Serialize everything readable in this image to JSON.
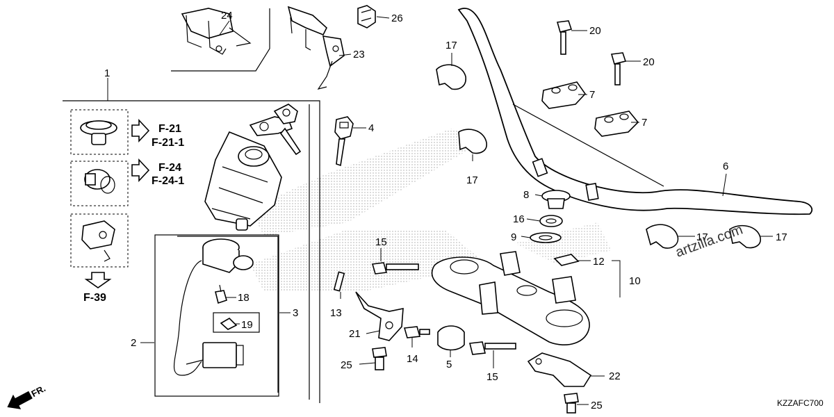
{
  "callouts": {
    "c1": "1",
    "c2": "2",
    "c3": "3",
    "c4": "4",
    "c5": "5",
    "c6": "6",
    "c7a": "7",
    "c7b": "7",
    "c8": "8",
    "c9": "9",
    "c10": "10",
    "c12": "12",
    "c13": "13",
    "c14": "14",
    "c15a": "15",
    "c15b": "15",
    "c16": "16",
    "c17a": "17",
    "c17b": "17",
    "c17c": "17",
    "c17d": "17",
    "c18": "18",
    "c19": "19",
    "c20a": "20",
    "c20b": "20",
    "c21": "21",
    "c22": "22",
    "c23": "23",
    "c24": "24",
    "c25a": "25",
    "c25b": "25",
    "c26": "26"
  },
  "refs": {
    "f21": "F-21",
    "f21_1": "F-21-1",
    "f24": "F-24",
    "f24_1": "F-24-1",
    "f39": "F-39"
  },
  "front_marker": "FR.",
  "watermark": "artzilla.com",
  "diagram_code": "KZZAFC700",
  "icons": {
    "front": "front-direction-arrow-icon",
    "reference": "reference-arrow-icon"
  }
}
